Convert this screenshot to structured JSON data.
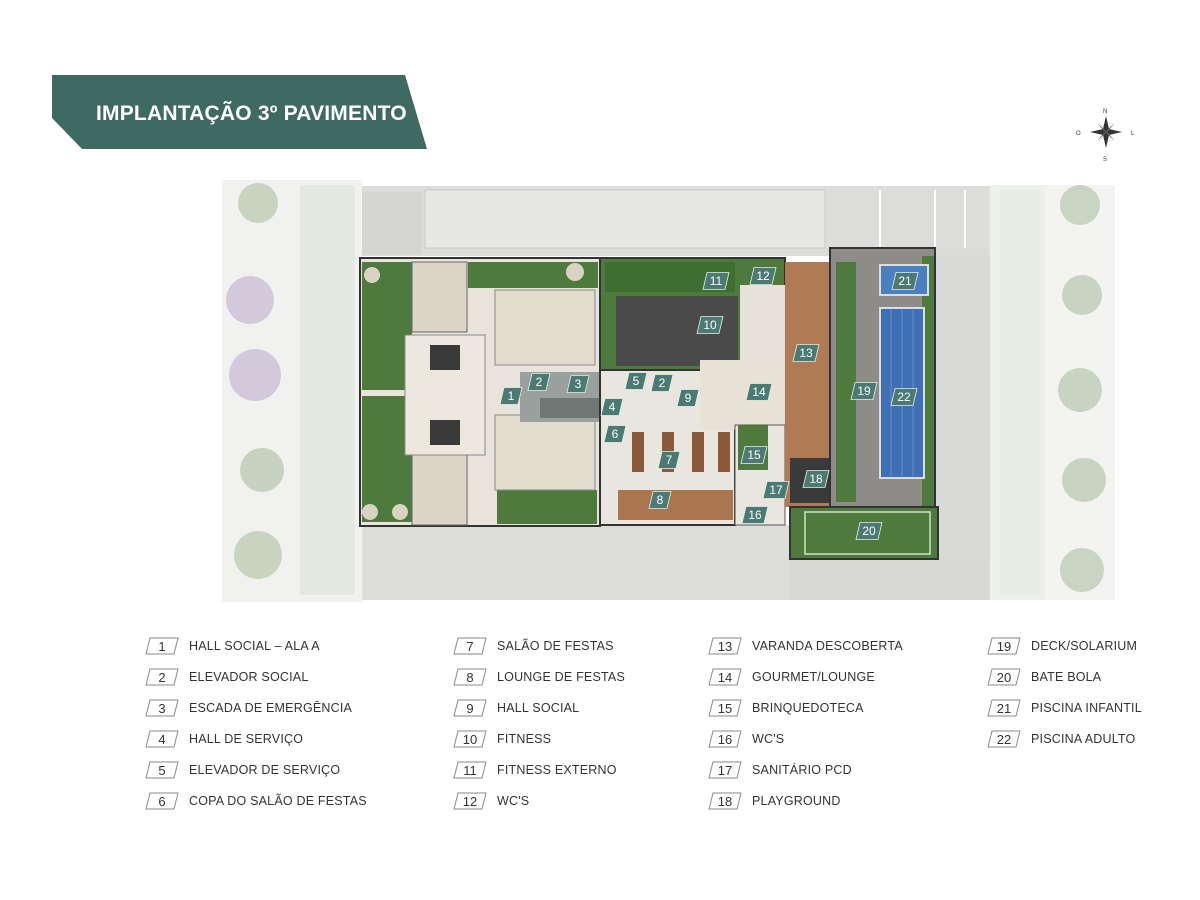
{
  "title": "IMPLANTAÇÃO 3º PAVIMENTO",
  "compass": {
    "n": "N",
    "s": "S",
    "o": "O",
    "l": "L"
  },
  "colors": {
    "banner": "#3f6a61",
    "tag": "#4a7a72",
    "grass": "#4f7a3e",
    "pool": "#4a7fc0",
    "deck": "#b07a55"
  },
  "legend": [
    {
      "num": "1",
      "label": "HALL SOCIAL – ALA A"
    },
    {
      "num": "2",
      "label": "ELEVADOR SOCIAL"
    },
    {
      "num": "3",
      "label": "ESCADA DE EMERGÊNCIA"
    },
    {
      "num": "4",
      "label": "HALL DE SERVIÇO"
    },
    {
      "num": "5",
      "label": "ELEVADOR DE SERVIÇO"
    },
    {
      "num": "6",
      "label": "COPA DO SALÃO DE FESTAS"
    },
    {
      "num": "7",
      "label": "SALÃO DE FESTAS"
    },
    {
      "num": "8",
      "label": "LOUNGE DE FESTAS"
    },
    {
      "num": "9",
      "label": "HALL SOCIAL"
    },
    {
      "num": "10",
      "label": "FITNESS"
    },
    {
      "num": "11",
      "label": "FITNESS EXTERNO"
    },
    {
      "num": "12",
      "label": "WC'S"
    },
    {
      "num": "13",
      "label": "VARANDA DESCOBERTA"
    },
    {
      "num": "14",
      "label": "GOURMET/LOUNGE"
    },
    {
      "num": "15",
      "label": "BRINQUEDOTECA"
    },
    {
      "num": "16",
      "label": "WC'S"
    },
    {
      "num": "17",
      "label": "SANITÁRIO PCD"
    },
    {
      "num": "18",
      "label": "PLAYGROUND"
    },
    {
      "num": "19",
      "label": "DECK/SOLARIUM"
    },
    {
      "num": "20",
      "label": "BATE BOLA"
    },
    {
      "num": "21",
      "label": "PISCINA INFANTIL"
    },
    {
      "num": "22",
      "label": "PISCINA ADULTO"
    }
  ],
  "map_tags": [
    "1",
    "2",
    "3",
    "4",
    "5",
    "2",
    "6",
    "7",
    "8",
    "9",
    "10",
    "11",
    "12",
    "13",
    "14",
    "15",
    "16",
    "17",
    "18",
    "19",
    "20",
    "21",
    "22"
  ]
}
